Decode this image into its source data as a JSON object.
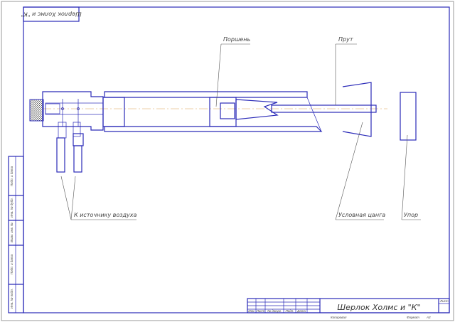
{
  "drawing": {
    "title": "Шерлок Холмс и \"К\"",
    "corner_title": "Шерлок Холмс и \"К\"",
    "labels": {
      "piston": "Поршень",
      "rod": "Прут",
      "air_source": "К источнику воздуха",
      "collet": "Условная цанга",
      "stop": "Упор"
    }
  },
  "side_strip": [
    "Инв. № подл.",
    "Подп. и дата",
    "Взам. инв. №",
    "Инв. № дубл.",
    "Подп. и дата"
  ],
  "title_block": {
    "columns": [
      "Изм.",
      "Лист",
      "№ докум.",
      "Подп.",
      "Дата"
    ],
    "sheet_label": "Лист",
    "copied": "Копировал",
    "format_label": "Формат",
    "format_value": "A3"
  },
  "colors": {
    "line": "#2a2ab8",
    "axis": "#d9a050",
    "leader": "#555555"
  }
}
